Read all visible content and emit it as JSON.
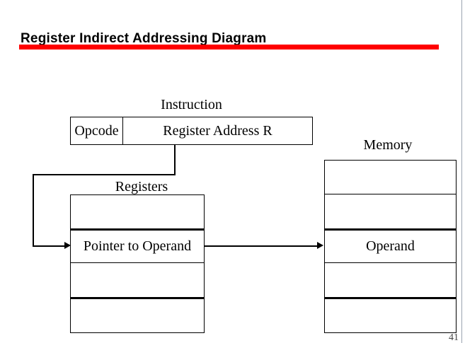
{
  "slide": {
    "title": "Register Indirect Addressing Diagram",
    "page_number": "41",
    "accent_color": "#ff0000",
    "line_color": "#000000",
    "background_color": "#ffffff"
  },
  "diagram": {
    "instruction": {
      "caption": "Instruction",
      "opcode_label": "Opcode",
      "address_label": "Register Address R"
    },
    "registers": {
      "caption": "Registers",
      "cells": [
        {
          "label": ""
        },
        {
          "label": "Pointer to Operand"
        },
        {
          "label": ""
        },
        {
          "label": ""
        }
      ]
    },
    "memory": {
      "caption": "Memory",
      "cells": [
        {
          "label": ""
        },
        {
          "label": ""
        },
        {
          "label": "Operand"
        },
        {
          "label": ""
        },
        {
          "label": ""
        }
      ]
    },
    "connectors": [
      {
        "name": "instruction-to-registers",
        "from": "Register Address R",
        "to": "Pointer to Operand"
      },
      {
        "name": "registers-to-memory",
        "from": "Pointer to Operand",
        "to": "Operand"
      }
    ]
  }
}
